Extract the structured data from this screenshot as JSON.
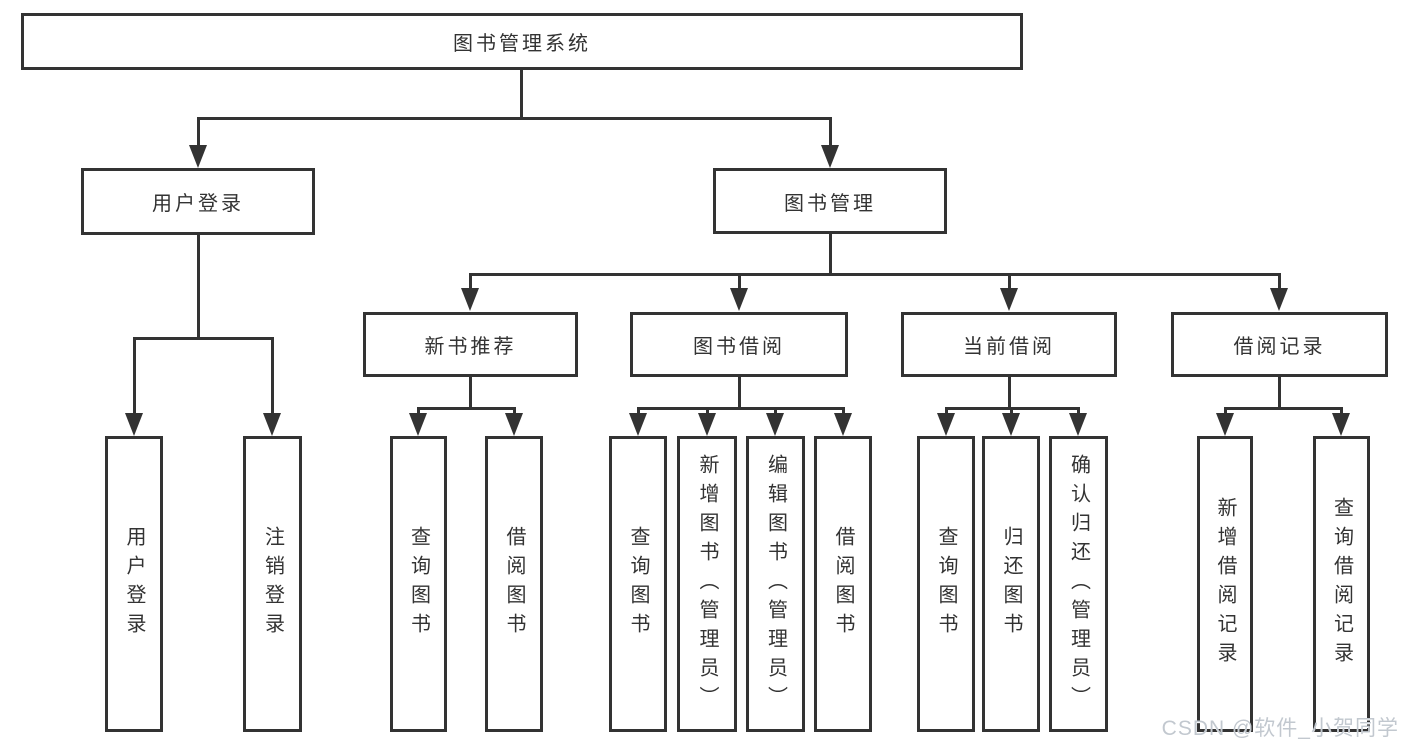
{
  "page": {
    "background": "#ffffff",
    "watermark": "CSDN @软件_小贺同学",
    "watermark_color": "#c2c8cf"
  },
  "diagram": {
    "type": "hierarchy-tree",
    "line_color": "#333333",
    "box_border_color": "#333333",
    "text_color": "#333333",
    "root": {
      "label": "图书管理系统"
    },
    "level2": [
      {
        "label": "用户登录"
      },
      {
        "label": "图书管理"
      }
    ],
    "level3": [
      {
        "label": "新书推荐",
        "parent": "图书管理"
      },
      {
        "label": "图书借阅",
        "parent": "图书管理"
      },
      {
        "label": "当前借阅",
        "parent": "图书管理"
      },
      {
        "label": "借阅记录",
        "parent": "图书管理"
      }
    ],
    "leaves": [
      {
        "label": "用户登录",
        "parent": "用户登录"
      },
      {
        "label": "注销登录",
        "parent": "用户登录"
      },
      {
        "label": "查询图书",
        "parent": "新书推荐"
      },
      {
        "label": "借阅图书",
        "parent": "新书推荐"
      },
      {
        "label": "查询图书",
        "parent": "图书借阅"
      },
      {
        "label": "新增图书（管理员）",
        "parent": "图书借阅"
      },
      {
        "label": "编辑图书（管理员）",
        "parent": "图书借阅"
      },
      {
        "label": "借阅图书",
        "parent": "图书借阅"
      },
      {
        "label": "查询图书",
        "parent": "当前借阅"
      },
      {
        "label": "归还图书",
        "parent": "当前借阅"
      },
      {
        "label": "确认归还（管理员）",
        "parent": "当前借阅"
      },
      {
        "label": "新增借阅记录",
        "parent": "借阅记录"
      },
      {
        "label": "查询借阅记录",
        "parent": "借阅记录"
      }
    ]
  }
}
